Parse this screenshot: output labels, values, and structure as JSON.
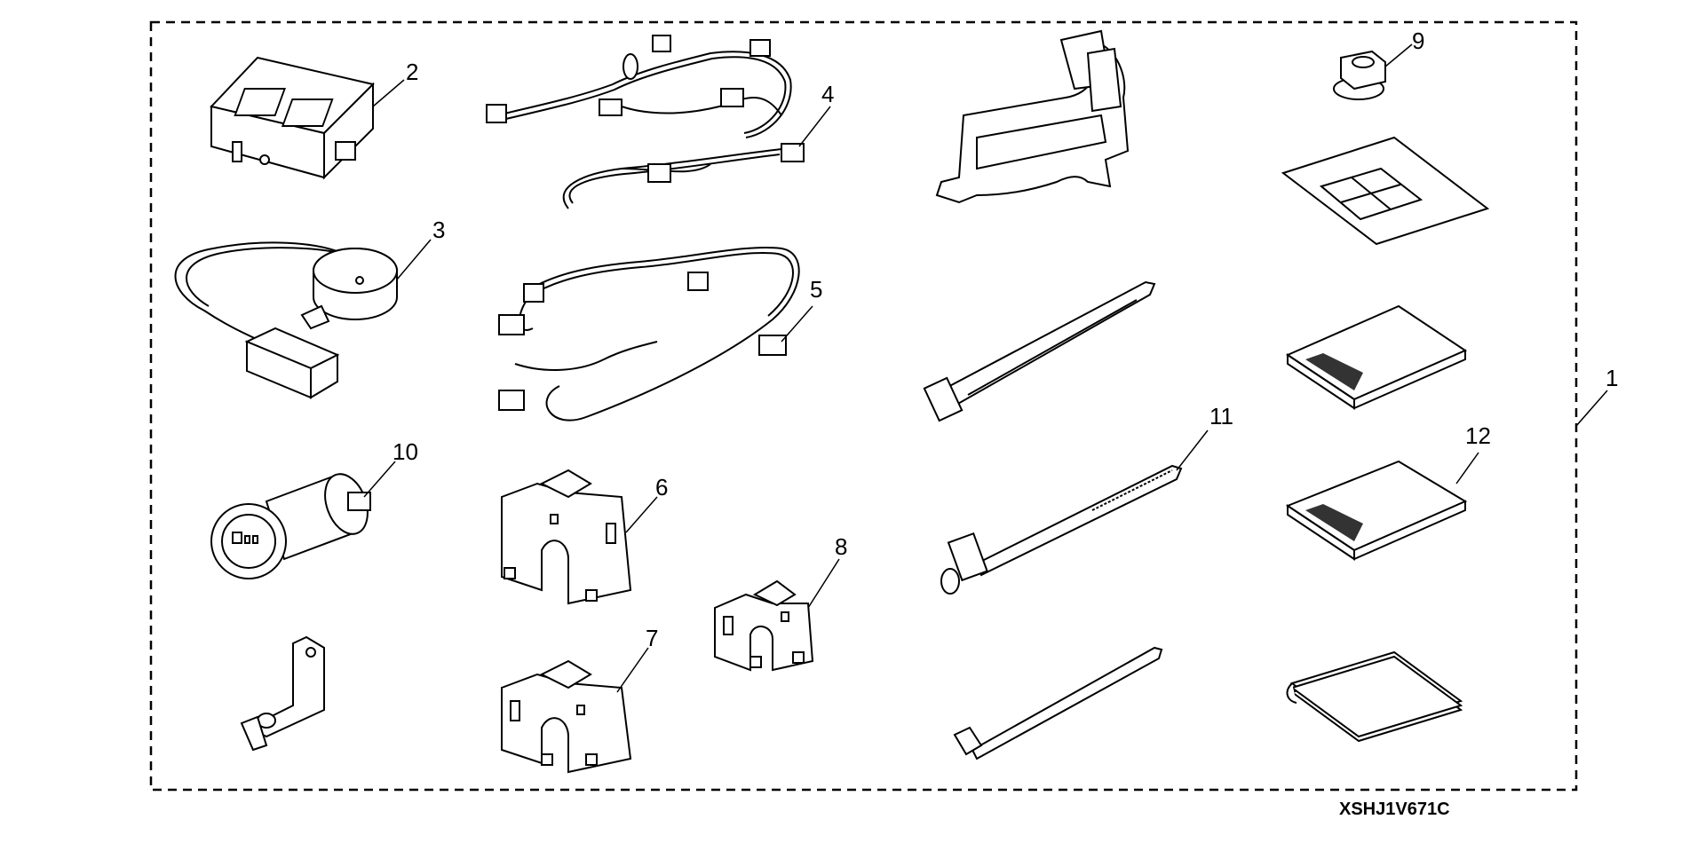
{
  "diagram": {
    "kit_frame_callout": "1",
    "parts": [
      {
        "callout": "2"
      },
      {
        "callout": "3"
      },
      {
        "callout": "4"
      },
      {
        "callout": "5"
      },
      {
        "callout": "6"
      },
      {
        "callout": "7"
      },
      {
        "callout": "8"
      },
      {
        "callout": "9"
      },
      {
        "callout": "10"
      },
      {
        "callout": "11"
      },
      {
        "callout": "12"
      }
    ],
    "document_id": "XSHJ1V671C"
  }
}
